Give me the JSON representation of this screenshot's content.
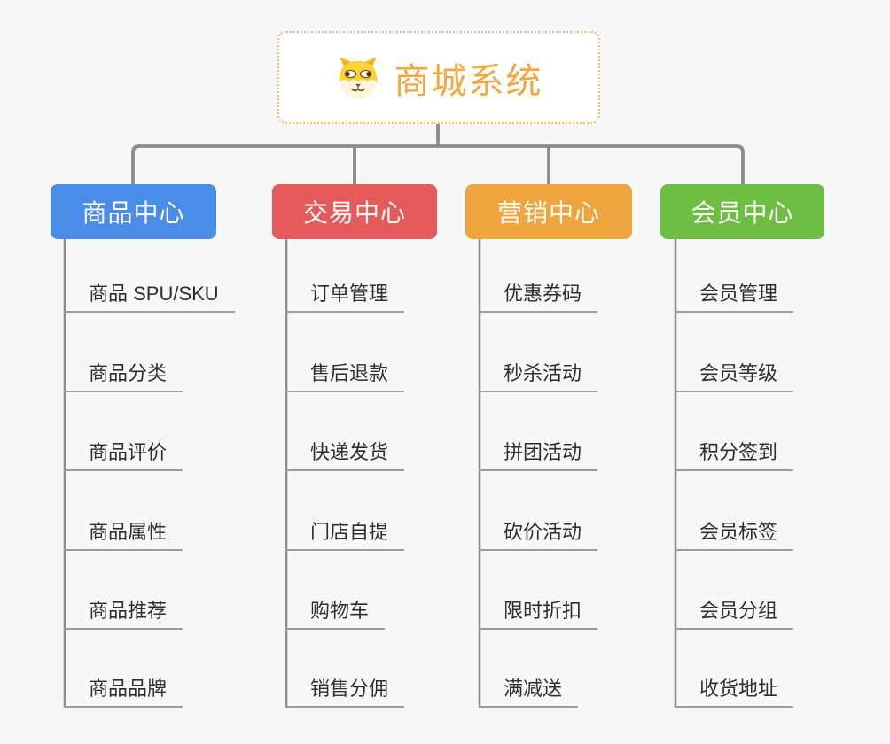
{
  "page": {
    "background": "#f7f7f7"
  },
  "root": {
    "title": "商城系统",
    "icon": "shiba-dog-icon",
    "text_color": "#f3a73c",
    "border_color": "#f2c06b"
  },
  "connectors": {
    "color": "#8c8c8c"
  },
  "branches": [
    {
      "label": "商品中心",
      "color": "#4a8de8",
      "items": [
        "商品 SPU/SKU",
        "商品分类",
        "商品评价",
        "商品属性",
        "商品推荐",
        "商品品牌"
      ]
    },
    {
      "label": "交易中心",
      "color": "#e55b5b",
      "items": [
        "订单管理",
        "售后退款",
        "快递发货",
        "门店自提",
        "购物车",
        "销售分佣"
      ]
    },
    {
      "label": "营销中心",
      "color": "#efa53d",
      "items": [
        "优惠券码",
        "秒杀活动",
        "拼团活动",
        "砍价活动",
        "限时折扣",
        "满减送"
      ]
    },
    {
      "label": "会员中心",
      "color": "#6fbe44",
      "items": [
        "会员管理",
        "会员等级",
        "积分签到",
        "会员标签",
        "会员分组",
        "收货地址"
      ]
    }
  ]
}
